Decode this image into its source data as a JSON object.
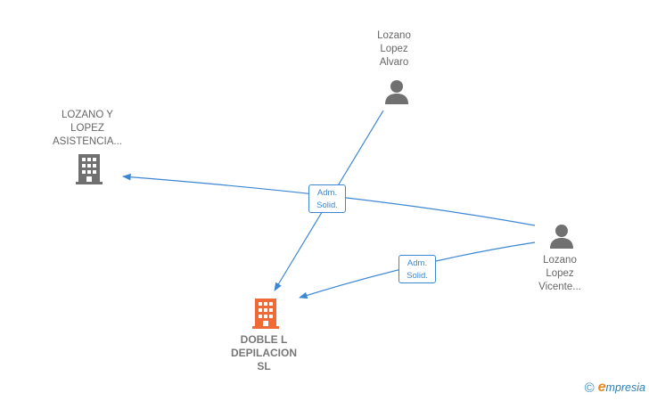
{
  "nodes": {
    "alvaro": {
      "label": "Lozano\nLopez\nAlvaro",
      "icon": "person-icon"
    },
    "asistencia": {
      "label": "LOZANO Y\nLOPEZ\nASISTENCIA...",
      "icon": "building-icon"
    },
    "vicente": {
      "label": "Lozano\nLopez\nVicente...",
      "icon": "person-icon"
    },
    "doble": {
      "label": "DOBLE L\nDEPILACION\nSL",
      "icon": "building-icon"
    }
  },
  "edges": {
    "badge_1": "Adm.\nSolid.",
    "badge_2": "Adm.\nSolid."
  },
  "footer": {
    "copyright": "©",
    "brand_e": "e",
    "brand_rest": "mpresia"
  },
  "colors": {
    "edge": "#3c87d2",
    "node_gray": "#707070",
    "focus": "#f06a35"
  }
}
